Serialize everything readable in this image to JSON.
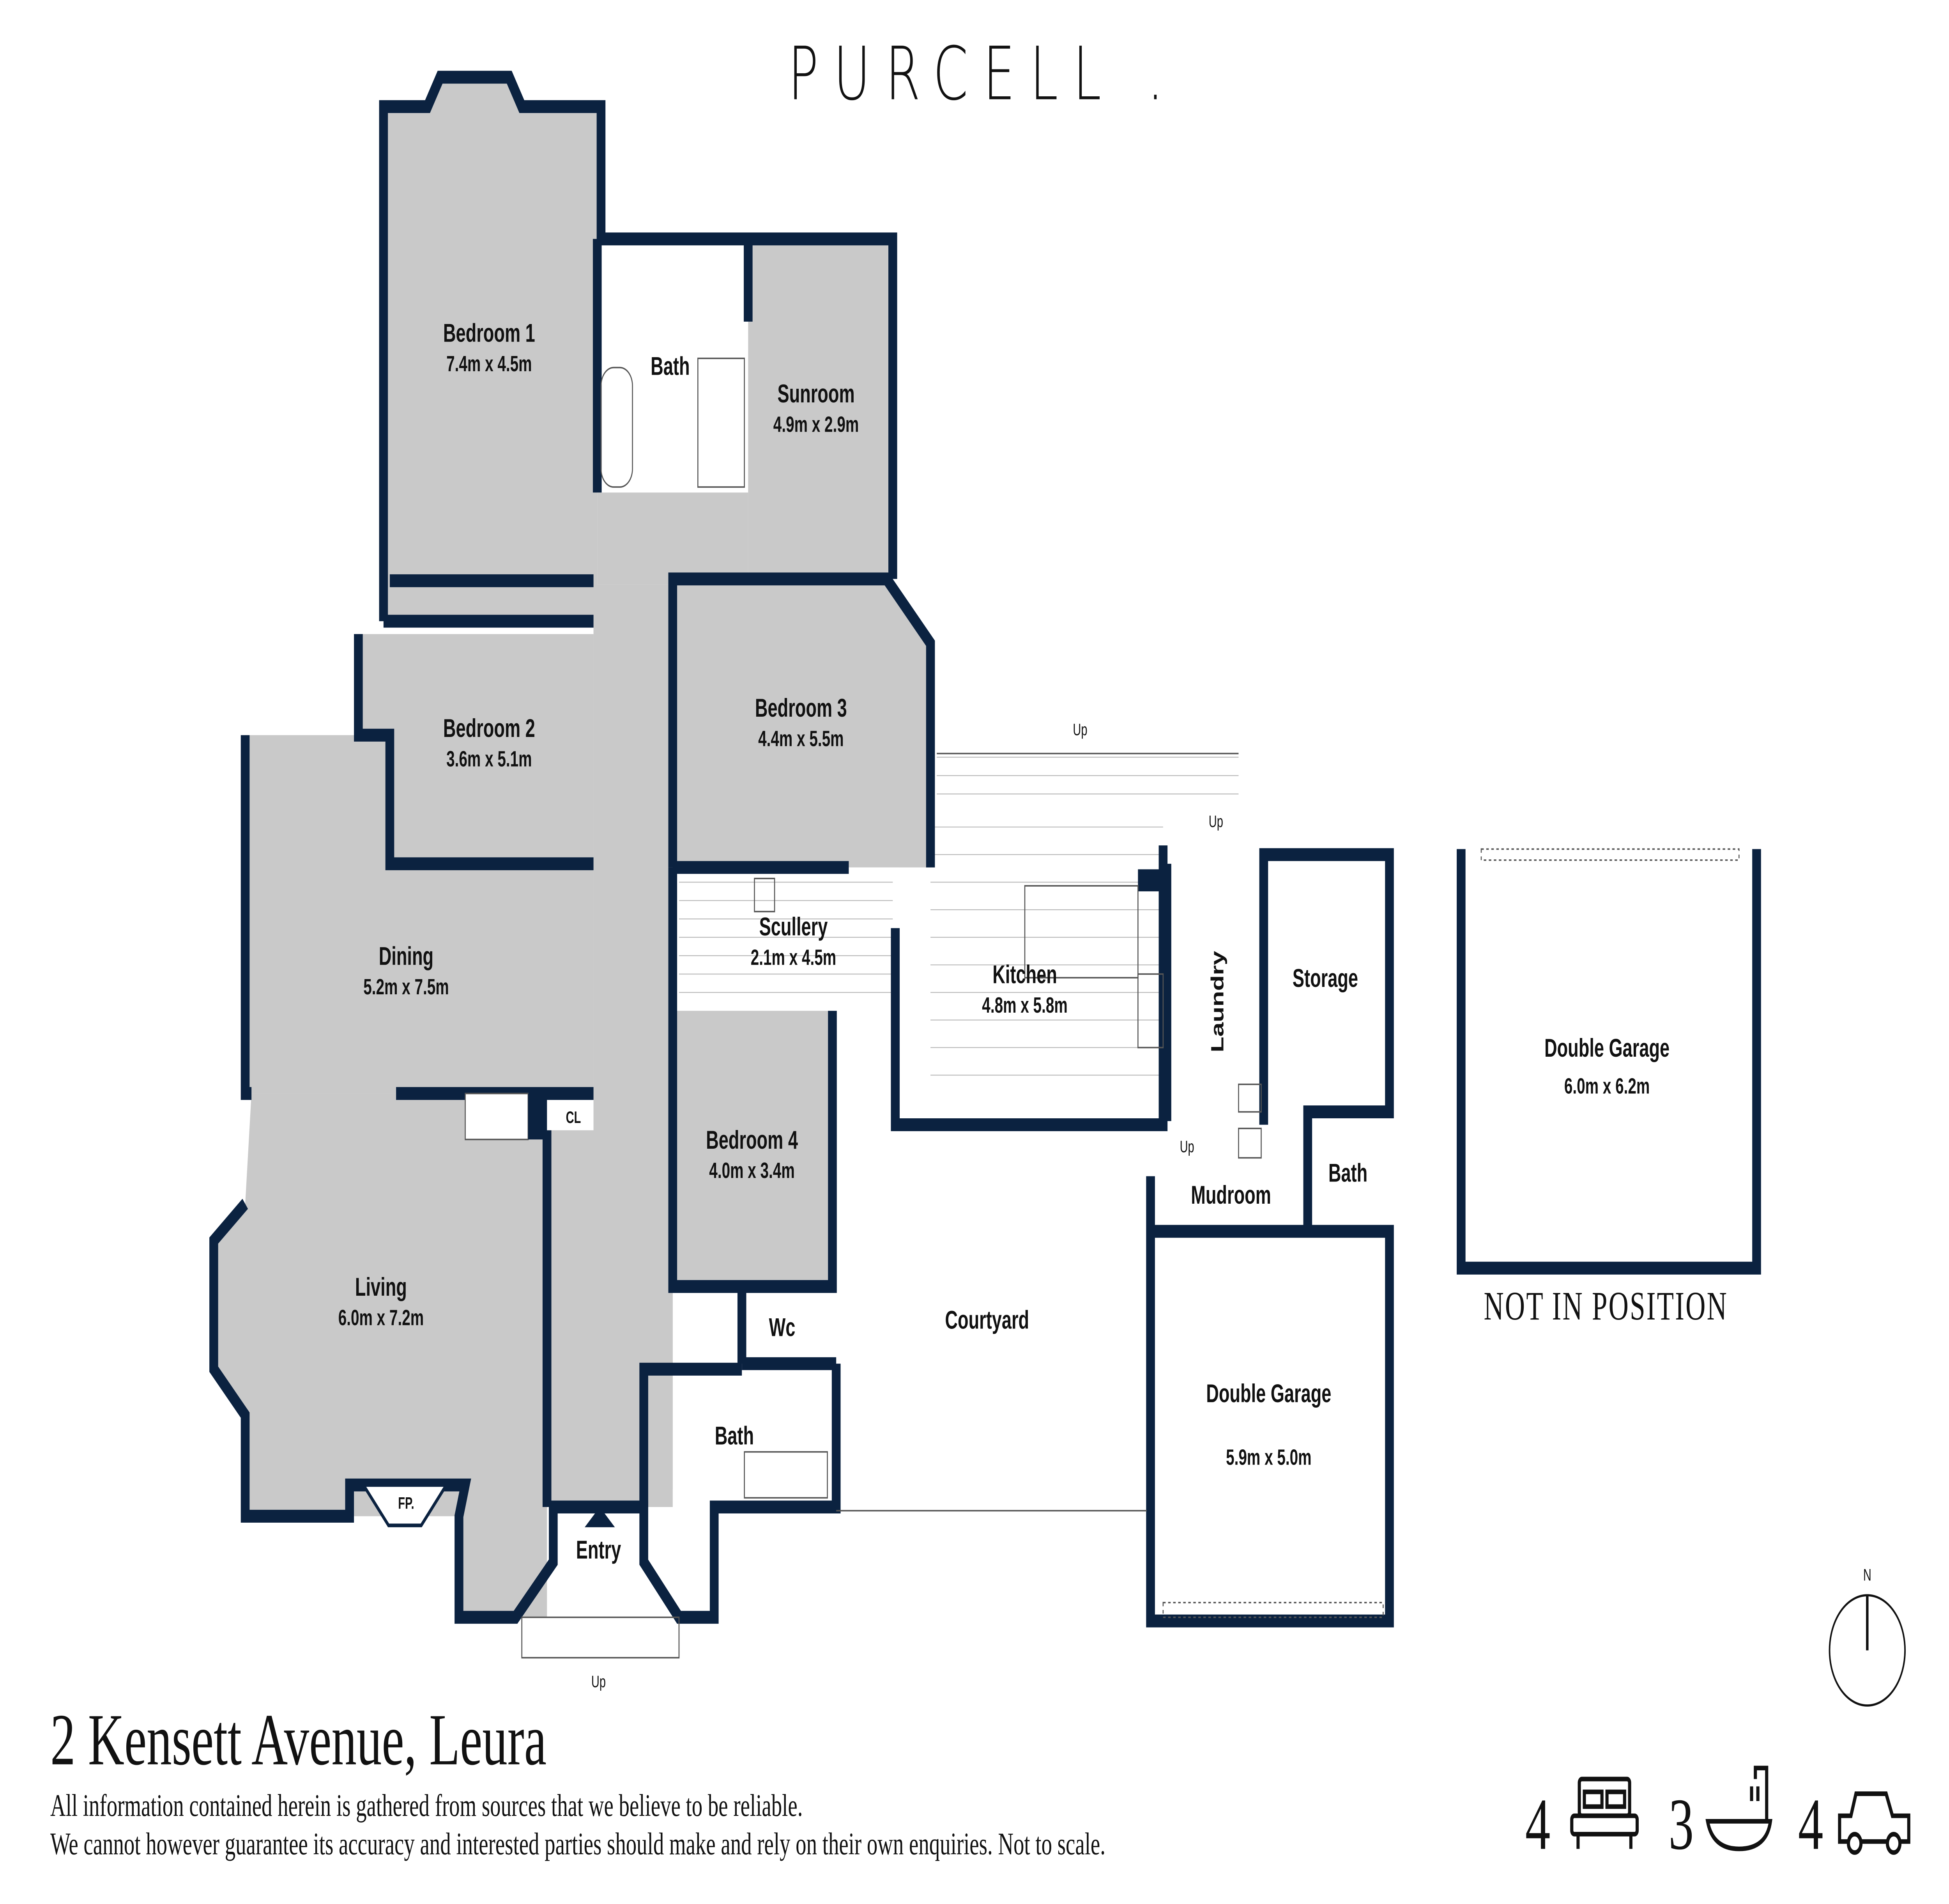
{
  "brand": {
    "logo_text": "PURCELL ."
  },
  "colors": {
    "wall": "#0b2240",
    "carpet": "#c9c9c9",
    "tile": "#ffffff"
  },
  "rooms": [
    {
      "name": "Bedroom 1",
      "dims": "7.4m x 4.5m"
    },
    {
      "name": "Bath",
      "dims": ""
    },
    {
      "name": "Sunroom",
      "dims": "4.9m x 2.9m"
    },
    {
      "name": "Bedroom 2",
      "dims": "3.6m x 5.1m"
    },
    {
      "name": "Bedroom 3",
      "dims": "4.4m x 5.5m"
    },
    {
      "name": "Dining",
      "dims": "5.2m x 7.5m"
    },
    {
      "name": "Scullery",
      "dims": "2.1m x 4.5m"
    },
    {
      "name": "Kitchen",
      "dims": "4.8m x 5.8m"
    },
    {
      "name": "Laundry",
      "dims": ""
    },
    {
      "name": "Storage",
      "dims": ""
    },
    {
      "name": "Bedroom 4",
      "dims": "4.0m x 3.4m"
    },
    {
      "name": "Living",
      "dims": "6.0m x 7.2m"
    },
    {
      "name": "Wc",
      "dims": ""
    },
    {
      "name": "Bath",
      "dims": ""
    },
    {
      "name": "Courtyard",
      "dims": ""
    },
    {
      "name": "Mudroom",
      "dims": ""
    },
    {
      "name": "Bath",
      "dims": ""
    },
    {
      "name": "Double Garage",
      "dims": "5.9m x 5.0m"
    },
    {
      "name": "Entry",
      "dims": ""
    },
    {
      "name": "Double Garage",
      "dims": "6.0m x 6.2m"
    }
  ],
  "labels": {
    "cl": "CL",
    "fp": "FP.",
    "up": "Up",
    "not_in_position": "NOT IN POSITION",
    "north": "N"
  },
  "address": "2 Kensett Avenue, Leura",
  "disclaimer": [
    "All information contained herein is gathered from sources that we believe to be reliable.",
    "We cannot however guarantee its accuracy and interested parties should make and rely on their own enquiries. Not to scale."
  ],
  "stats": {
    "bedrooms": "4",
    "bathrooms": "3",
    "car_spaces": "4",
    "bed_icon": "bed-icon",
    "bath_icon": "bathtub-icon",
    "car_icon": "car-icon"
  }
}
